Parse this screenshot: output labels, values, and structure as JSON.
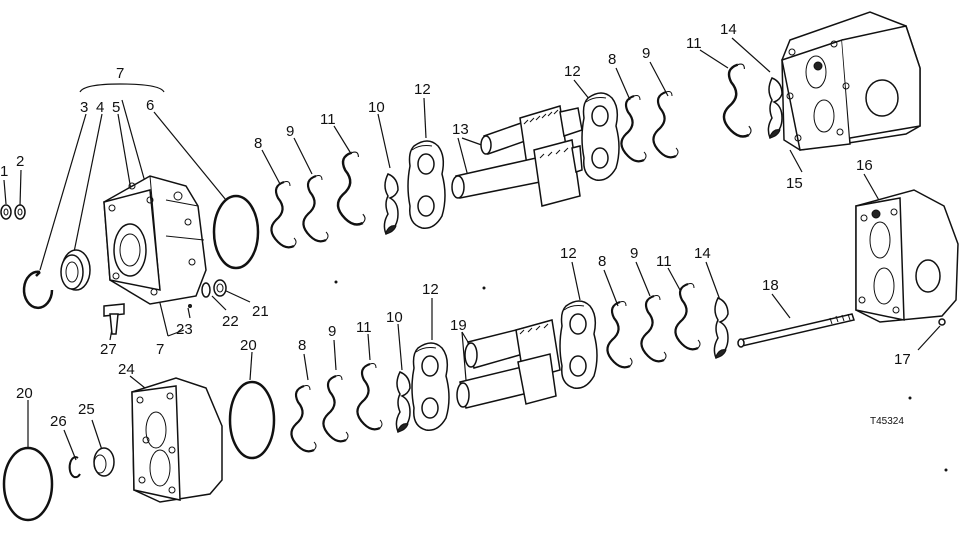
{
  "reference_code": "T45324",
  "labels": [
    {
      "id": "1a",
      "text": "1"
    },
    {
      "id": "2a",
      "text": "2"
    },
    {
      "id": "7a",
      "text": "7"
    },
    {
      "id": "3a",
      "text": "3"
    },
    {
      "id": "4a",
      "text": "4"
    },
    {
      "id": "5a",
      "text": "5"
    },
    {
      "id": "6a",
      "text": "6"
    },
    {
      "id": "8a",
      "text": "8"
    },
    {
      "id": "9a",
      "text": "9"
    },
    {
      "id": "11a",
      "text": "11"
    },
    {
      "id": "10a",
      "text": "10"
    },
    {
      "id": "12a",
      "text": "12"
    },
    {
      "id": "13a",
      "text": "13"
    },
    {
      "id": "12b",
      "text": "12"
    },
    {
      "id": "8b",
      "text": "8"
    },
    {
      "id": "9b",
      "text": "9"
    },
    {
      "id": "11b",
      "text": "11"
    },
    {
      "id": "14a",
      "text": "14"
    },
    {
      "id": "15a",
      "text": "15"
    },
    {
      "id": "16a",
      "text": "16"
    },
    {
      "id": "27a",
      "text": "27"
    },
    {
      "id": "7b",
      "text": "7"
    },
    {
      "id": "23a",
      "text": "23"
    },
    {
      "id": "22a",
      "text": "22"
    },
    {
      "id": "21a",
      "text": "21"
    },
    {
      "id": "12c",
      "text": "12"
    },
    {
      "id": "8c",
      "text": "8"
    },
    {
      "id": "9c",
      "text": "9"
    },
    {
      "id": "11c",
      "text": "11"
    },
    {
      "id": "14b",
      "text": "14"
    },
    {
      "id": "18a",
      "text": "18"
    },
    {
      "id": "17a",
      "text": "17"
    },
    {
      "id": "20a",
      "text": "20"
    },
    {
      "id": "8d",
      "text": "8"
    },
    {
      "id": "9d",
      "text": "9"
    },
    {
      "id": "11d",
      "text": "11"
    },
    {
      "id": "10b",
      "text": "10"
    },
    {
      "id": "12d",
      "text": "12"
    },
    {
      "id": "19a",
      "text": "19"
    },
    {
      "id": "24a",
      "text": "24"
    },
    {
      "id": "20b",
      "text": "20"
    },
    {
      "id": "26a",
      "text": "26"
    },
    {
      "id": "25a",
      "text": "25"
    }
  ]
}
